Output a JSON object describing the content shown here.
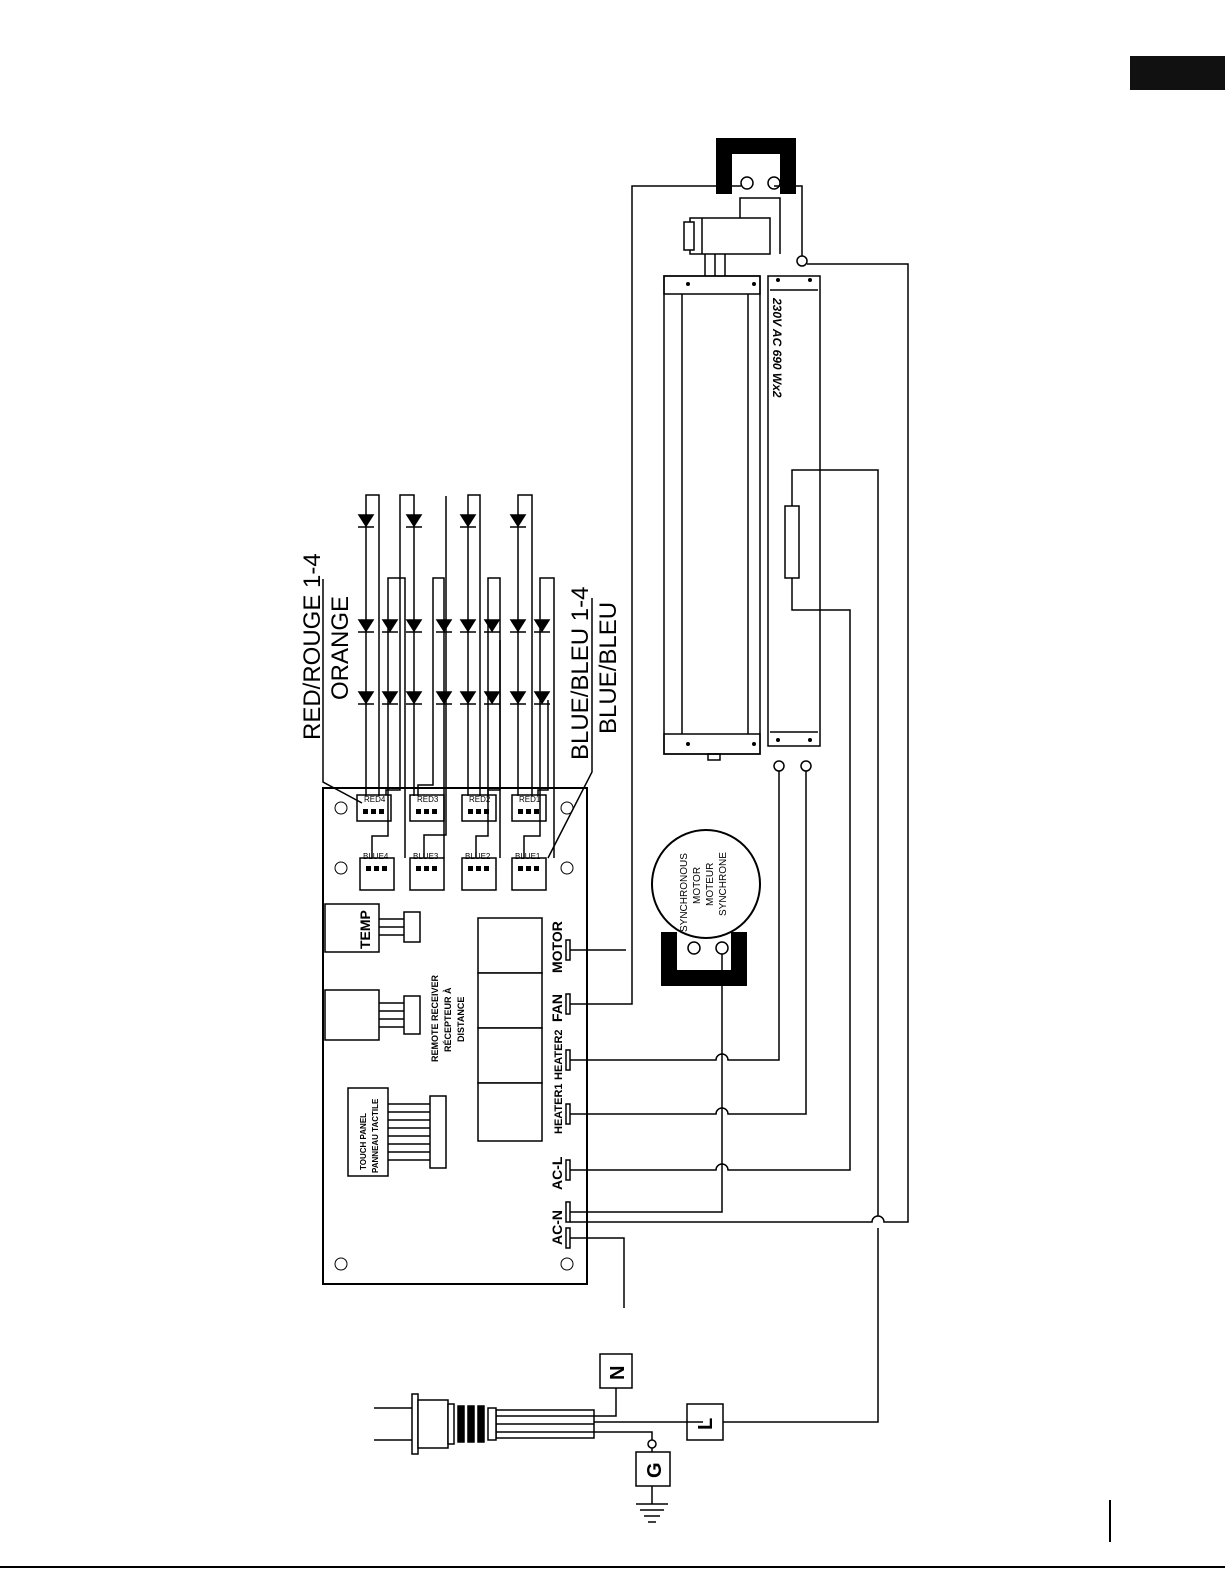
{
  "diagram": {
    "board": {
      "connectors": {
        "red4": "RED4",
        "red3": "RED3",
        "red2": "RED2",
        "red1": "RED1",
        "blue4": "BLUE4",
        "blue3": "BLUE3",
        "blue2": "BLUE2",
        "blue1": "BLUE1"
      },
      "temp": "TEMP",
      "remote_receiver": [
        "REMOTE RECEIVER",
        "RÉCEPTEUR À",
        "DISTANCE"
      ],
      "touch_panel": [
        "TOUCH PANEL",
        "PANNEAU TACTILE"
      ],
      "terminals": {
        "motor": "MOTOR",
        "fan": "FAN",
        "heater2": "HEATER2",
        "heater1": "HEATER1",
        "ac_l": "AC-L",
        "ac_n": "AC-N"
      }
    },
    "led_labels": {
      "red_title": "RED/ROUGE 1-4",
      "red_sub": "ORANGE",
      "blue_title": "BLUE/BLEU 1-4",
      "blue_sub": "BLUE/BLEU"
    },
    "motor": [
      "SYNCHRONOUS",
      "MOTOR",
      "MOTEUR",
      "SYNCHRONE"
    ],
    "heater_rating": "230V AC 690 Wx2",
    "power": {
      "n": "N",
      "l": "L",
      "g": "G"
    }
  },
  "colors": {
    "ink": "#000000",
    "paper": "#ffffff",
    "tab": "#111111"
  }
}
